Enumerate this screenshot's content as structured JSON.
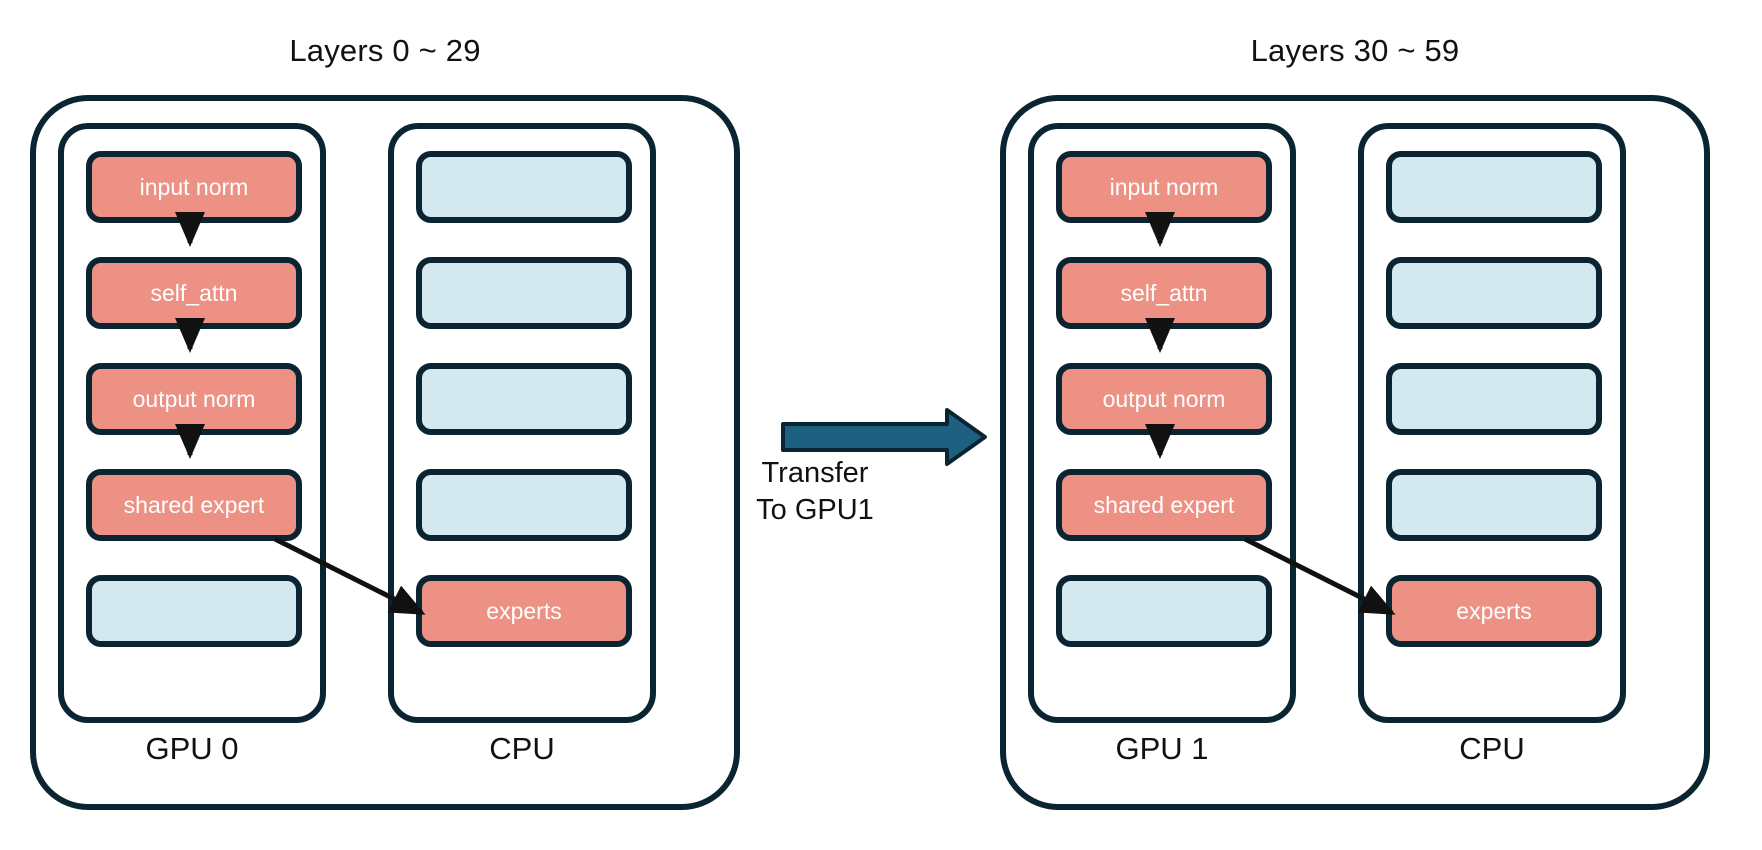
{
  "diagram": {
    "title_semantic": "moe-layer-offloading-gpu-cpu-pipeline",
    "colors": {
      "expert_block": "#ed9184",
      "idle_block": "#d3e8ef",
      "outline": "#0b2432",
      "transfer_arrow": "#1d6080",
      "background": "#ffffff",
      "text_on_block": "#ffffff",
      "text_plain": "#111111"
    },
    "groups": [
      {
        "id": "group-left",
        "title": "Layers 0 ~ 29",
        "columns": [
          {
            "id": "col-gpu-0",
            "label": "GPU 0",
            "kind": "gpu",
            "slots": [
              {
                "label": "input norm",
                "fill": "red"
              },
              {
                "label": "self_attn",
                "fill": "red"
              },
              {
                "label": "output norm",
                "fill": "red"
              },
              {
                "label": "shared expert",
                "fill": "red"
              },
              {
                "label": "",
                "fill": "blue"
              }
            ]
          },
          {
            "id": "col-cpu-0",
            "label": "CPU",
            "kind": "cpu",
            "slots": [
              {
                "label": "",
                "fill": "blue"
              },
              {
                "label": "",
                "fill": "blue"
              },
              {
                "label": "",
                "fill": "blue"
              },
              {
                "label": "",
                "fill": "blue"
              },
              {
                "label": "experts",
                "fill": "red"
              }
            ]
          }
        ]
      },
      {
        "id": "group-right",
        "title": "Layers 30 ~ 59",
        "columns": [
          {
            "id": "col-gpu-1",
            "label": "GPU 1",
            "kind": "gpu",
            "slots": [
              {
                "label": "input norm",
                "fill": "red"
              },
              {
                "label": "self_attn",
                "fill": "red"
              },
              {
                "label": "output norm",
                "fill": "red"
              },
              {
                "label": "shared expert",
                "fill": "red"
              },
              {
                "label": "",
                "fill": "blue"
              }
            ]
          },
          {
            "id": "col-cpu-1",
            "label": "CPU",
            "kind": "cpu",
            "slots": [
              {
                "label": "",
                "fill": "blue"
              },
              {
                "label": "",
                "fill": "blue"
              },
              {
                "label": "",
                "fill": "blue"
              },
              {
                "label": "",
                "fill": "blue"
              },
              {
                "label": "experts",
                "fill": "red"
              }
            ]
          }
        ]
      }
    ],
    "transfer": {
      "label_line1": "Transfer",
      "label_line2": "To GPU1",
      "direction": "right"
    }
  }
}
